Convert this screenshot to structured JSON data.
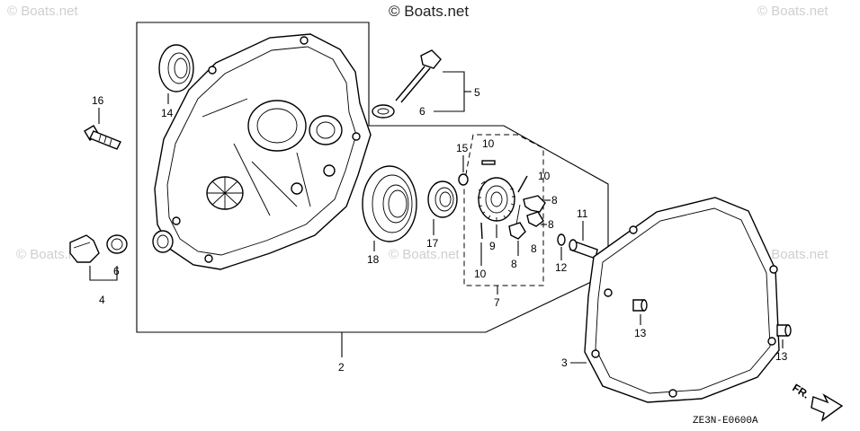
{
  "watermarks": {
    "top_left": "© Boats.net",
    "top_center": "© Boats.net",
    "top_right": "© Boats.net",
    "mid_left": "© Boats.net",
    "mid_center": "© Boats.net",
    "mid_right": "© Boats.net"
  },
  "callouts": {
    "c2": "2",
    "c3": "3",
    "c4": "4",
    "c5": "5",
    "c6": "6",
    "c6b": "6",
    "c7": "7",
    "c8a": "8",
    "c8b": "8",
    "c8c": "8",
    "c8d": "8",
    "c9": "9",
    "c10a": "10",
    "c10b": "10",
    "c10c": "10",
    "c11": "11",
    "c12": "12",
    "c13a": "13",
    "c13b": "13",
    "c14": "14",
    "c15": "15",
    "c16": "16",
    "c17": "17",
    "c18": "18"
  },
  "direction_label": "FR.",
  "diagram_code": "ZE3N-E0600A"
}
